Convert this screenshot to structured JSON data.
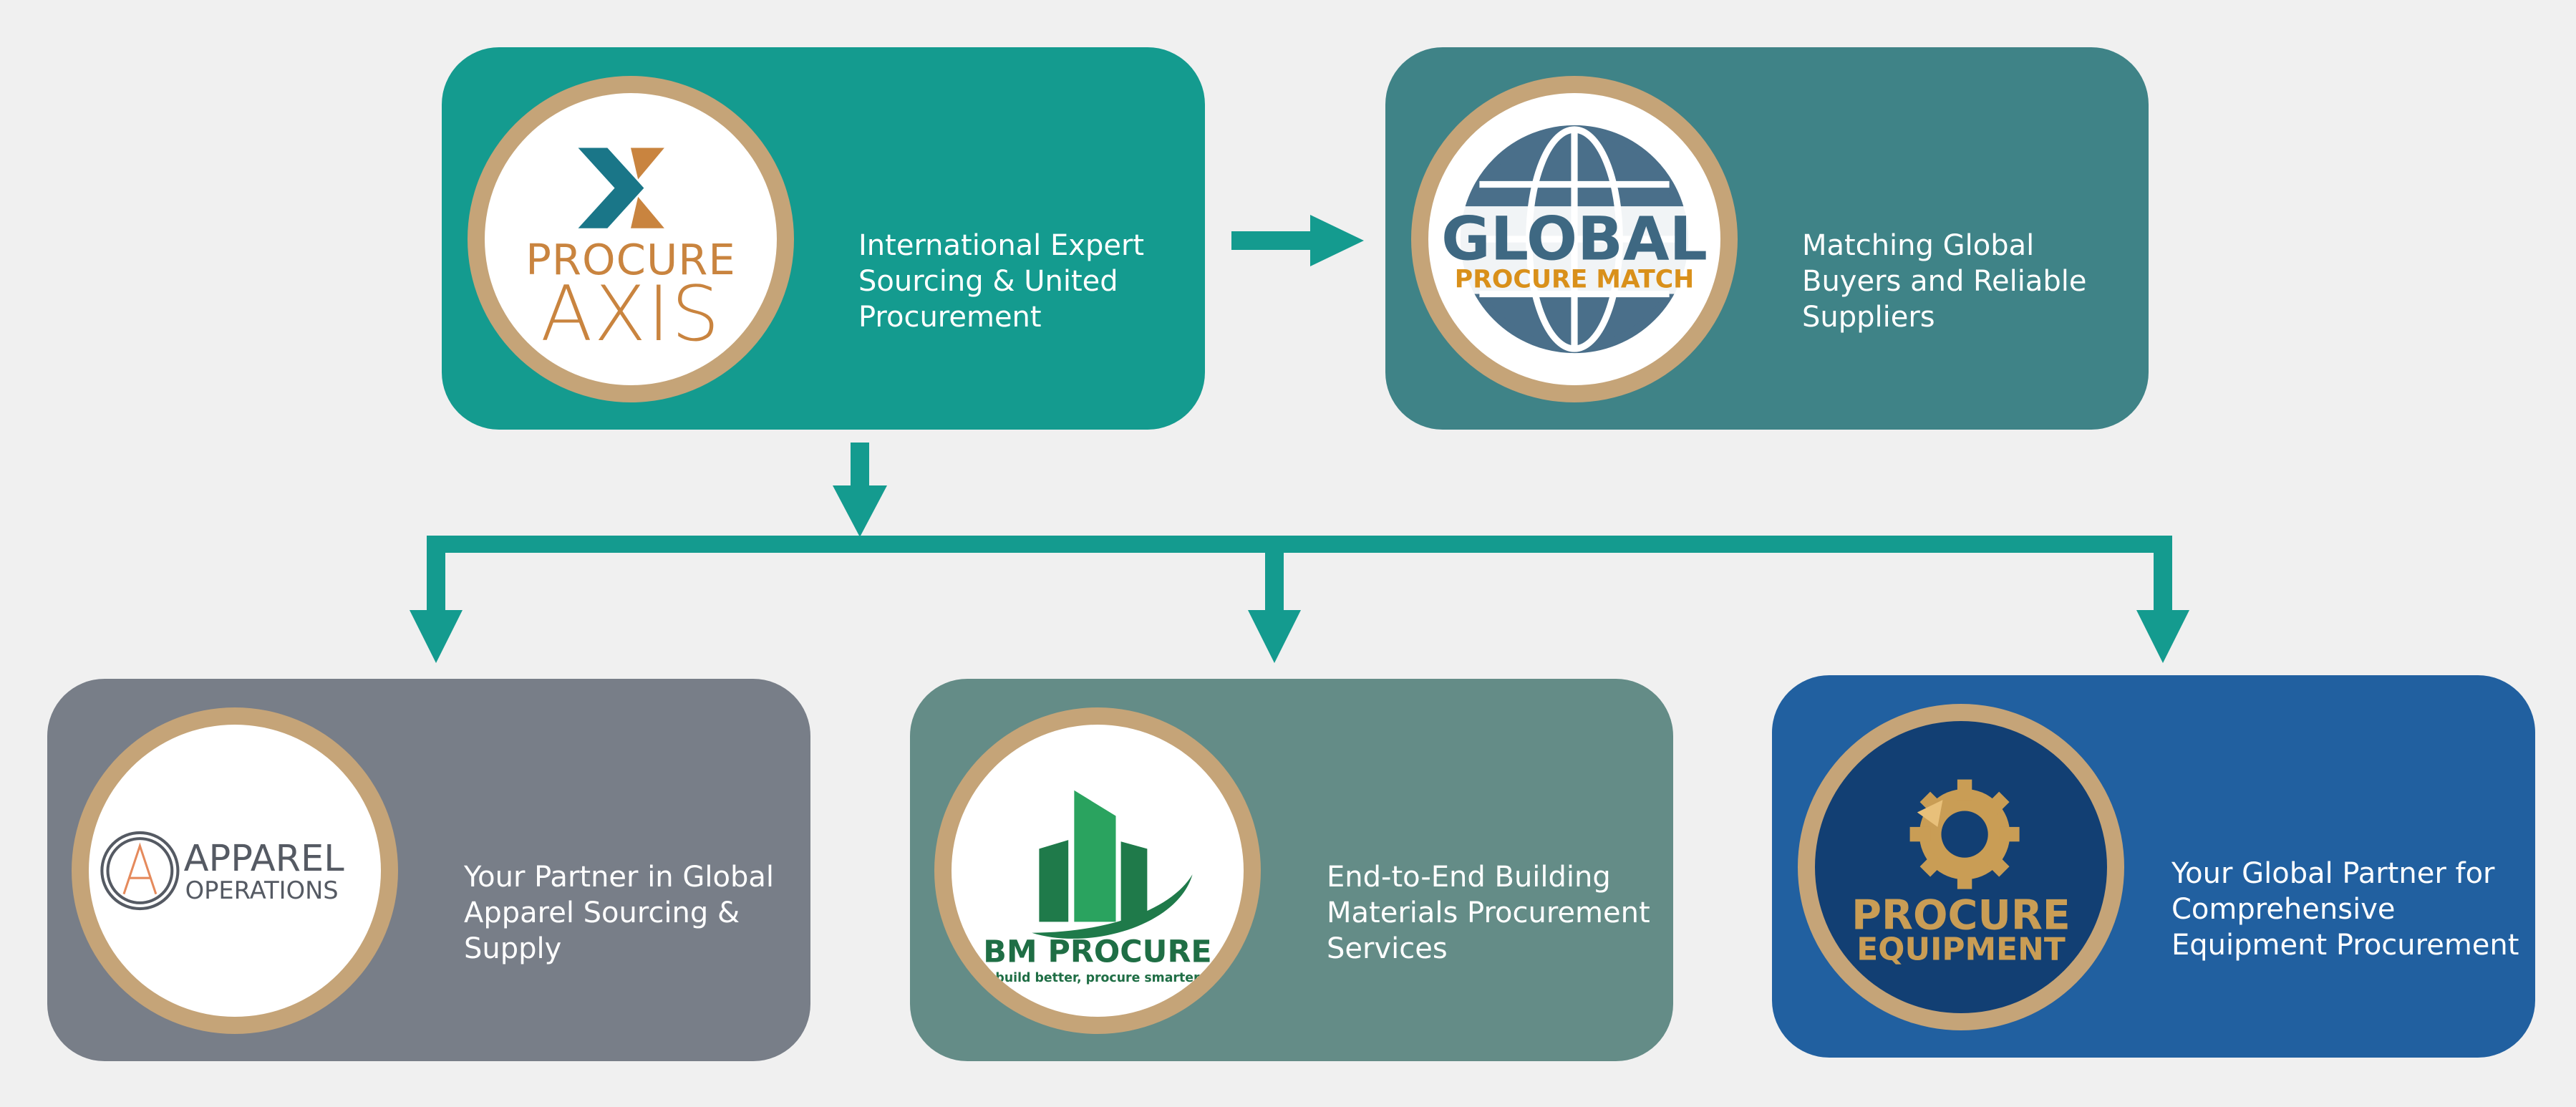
{
  "colors": {
    "background": "#f0f0f0",
    "connector": "#149b8f",
    "ring": "#c5a478",
    "card_procure_axis": "#149b8f",
    "card_global_procure_match": "#3f8387",
    "card_apparel_operations": "#787e88",
    "card_bm_procure": "#648c87",
    "card_procure_equipment": "#2160a0"
  },
  "cards": {
    "procure_axis": {
      "logo": {
        "line1": "PROCURE",
        "line2": "AXIS"
      },
      "description": [
        "International Expert",
        "Sourcing & United",
        "Procurement"
      ]
    },
    "global_procure_match": {
      "logo": {
        "line1": "GLOBAL",
        "line2": "PROCURE MATCH"
      },
      "description": [
        "Matching Global",
        "Buyers and Reliable",
        "Suppliers"
      ]
    },
    "apparel_operations": {
      "logo": {
        "line1": "APPAREL",
        "line2": "OPERATIONS"
      },
      "description": [
        "Your Partner in Global",
        "Apparel Sourcing &",
        "Supply"
      ]
    },
    "bm_procure": {
      "logo": {
        "line1": "BM PROCURE",
        "line2": "build better, procure smarter"
      },
      "description": [
        "End-to-End Building",
        "Materials Procurement",
        "Services"
      ]
    },
    "procure_equipment": {
      "logo": {
        "line1": "PROCURE",
        "line2": "EQUIPMENT"
      },
      "description": [
        "Your Global Partner for",
        "Comprehensive",
        "Equipment Procurement"
      ]
    }
  }
}
